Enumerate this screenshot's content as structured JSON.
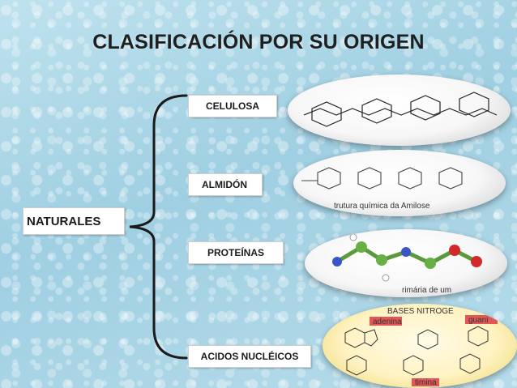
{
  "title": "CLASIFICACIÓN POR SU ORIGEN",
  "root": {
    "label": "NATURALES"
  },
  "items": [
    {
      "label": "CELULOSA"
    },
    {
      "label": "ALMIDÓN"
    },
    {
      "label": "PROTEÍNAS"
    },
    {
      "label": "ACIDOS NUCLÉICOS"
    }
  ],
  "images": {
    "almidon_caption": "trutura química da Amilose",
    "proteina_caption": "rimária de um",
    "nucleico_header": "BASES NITROGE",
    "nucleico_label_a": "adenina",
    "nucleico_label_g": "guani",
    "nucleico_label_t": "timina"
  },
  "colors": {
    "background": "#a8d4e4",
    "box_fill": "#ffffff",
    "text": "#1b1b1b"
  }
}
